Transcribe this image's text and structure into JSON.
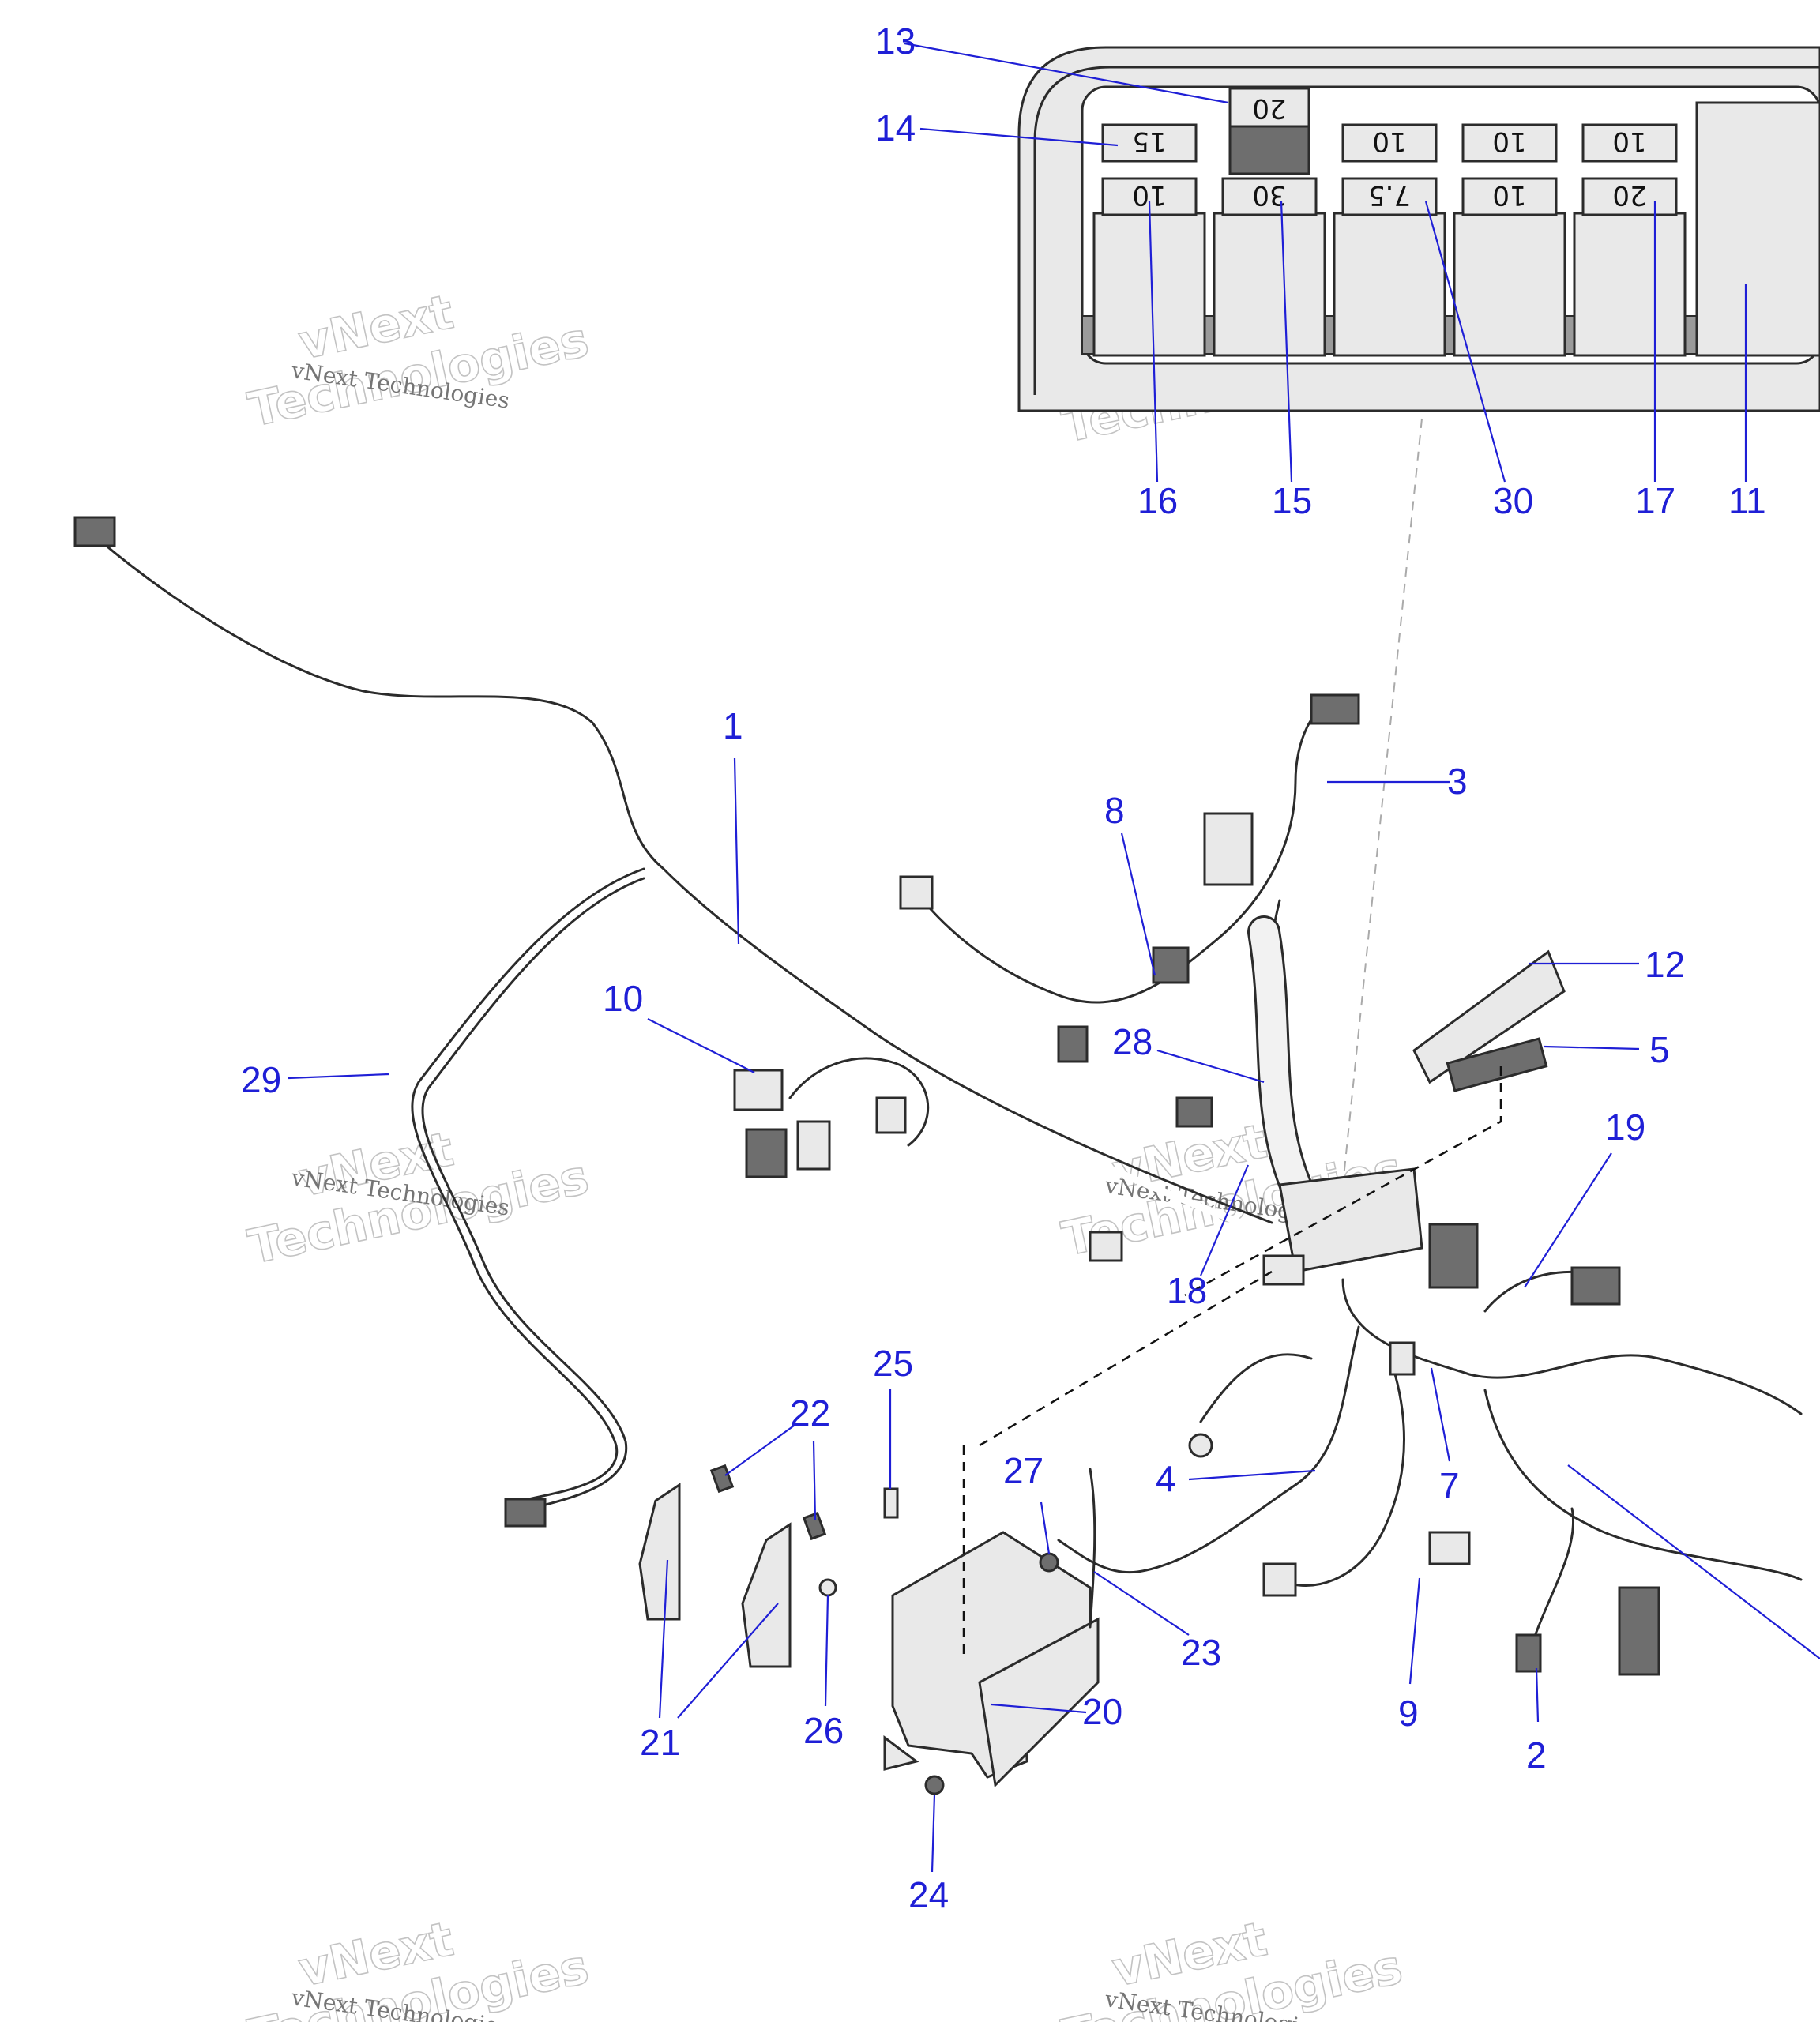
{
  "callouts": {
    "c1": "1",
    "c2": "2",
    "c3": "3",
    "c4": "4",
    "c5": "5",
    "c7": "7",
    "c8": "8",
    "c9": "9",
    "c10": "10",
    "c11": "11",
    "c12": "12",
    "c13": "13",
    "c14": "14",
    "c15": "15",
    "c16": "16",
    "c17": "17",
    "c18": "18",
    "c19": "19",
    "c20": "20",
    "c21": "21",
    "c22": "22",
    "c23": "23",
    "c24": "24",
    "c25": "25",
    "c26": "26",
    "c27": "27",
    "c28": "28",
    "c29": "29",
    "c30": "30"
  },
  "fuse_box": {
    "top_fuse": "20",
    "row1": [
      "15",
      "10",
      "10",
      "10"
    ],
    "row2": [
      "10",
      "30",
      "7.5",
      "10",
      "20"
    ]
  },
  "watermark": {
    "line1": "vNext",
    "line2": "Technologies",
    "small": "vNext Technologies"
  },
  "colors": {
    "callout": "#1f1fd6",
    "line": "#2b2b2b"
  }
}
